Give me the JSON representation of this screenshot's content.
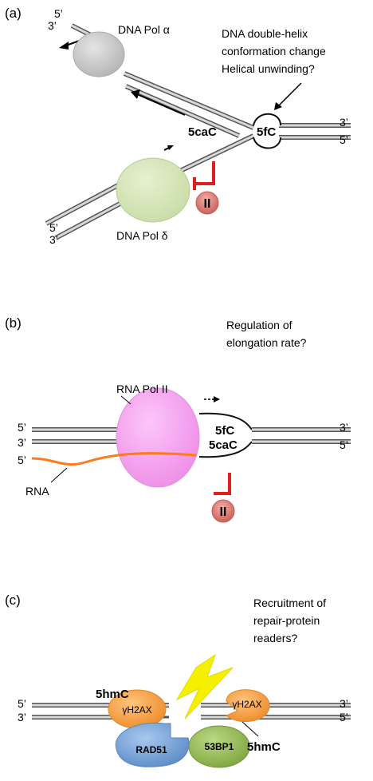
{
  "panel_a": {
    "letter": "(a)",
    "end_5_left_top": "5’",
    "end_3_left_top": "3’",
    "end_5_left_bottom": "5’",
    "end_3_left_bottom": "3’",
    "end_3_right": "3’",
    "end_5_right": "5’",
    "pol_alpha": "DNA Pol α",
    "pol_delta": "DNA Pol δ",
    "mod_5cac": "5caC",
    "mod_5fc": "5fC",
    "note_line1": "DNA double-helix",
    "note_line2": "conformation change",
    "note_line3": "Helical unwinding?",
    "stop_badge": "II"
  },
  "panel_b": {
    "letter": "(b)",
    "rna_pol": "RNA Pol II",
    "end_5_left": "5’",
    "end_3_left": "3’",
    "rna_5": "5’",
    "rna_label": "RNA",
    "end_3_right": "3’",
    "end_5_right": "5’",
    "mod_5fc": "5fC",
    "mod_5cac": "5caC",
    "note_line1": "Regulation of",
    "note_line2": "elongation rate?",
    "stop_badge": "II"
  },
  "panel_c": {
    "letter": "(c)",
    "note_line1": "Recruitment of",
    "note_line2": "repair-protein",
    "note_line3": "readers?",
    "mod_left": "5hmC",
    "mod_right": "5hmC",
    "end_5_left": "5’",
    "end_3_left": "3’",
    "end_3_right": "3’",
    "end_5_right": "5’",
    "h2ax_left": "γH2AX",
    "h2ax_right": "γH2AX",
    "rad51": "RAD51",
    "bp53": "53BP1"
  },
  "colors": {
    "pol_alpha": "#c8c8c8",
    "pol_delta": "#d6e6b6",
    "rna_pol": "#f6a8f2",
    "rna_strand": "#ff7a1a",
    "stop": "#e02020",
    "badge": "#d9857f",
    "h2ax": "#f5a34a",
    "rad51": "#7ea8dc",
    "bp53": "#9cc05a",
    "lightning": "#f5f000"
  }
}
